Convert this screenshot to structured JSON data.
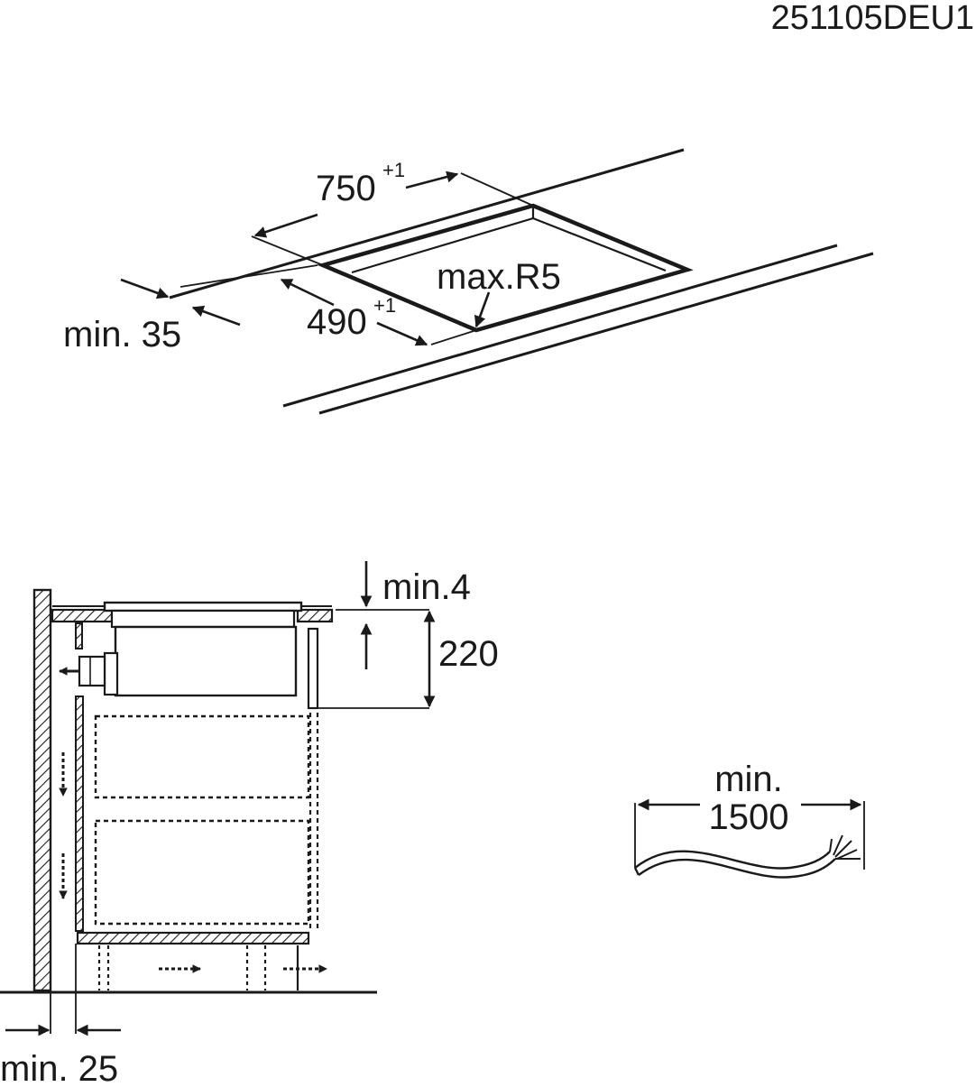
{
  "doc_code": "251105DEU1",
  "top": {
    "width_value": "750",
    "width_tol": "+1",
    "depth_value": "490",
    "depth_tol": "+1",
    "radius_label": "max.R5",
    "edge_dist_label": "min. 35"
  },
  "section": {
    "gap_label": "min.4",
    "height_label": "220",
    "wall_dist_label": "min. 25"
  },
  "cable": {
    "line1": "min.",
    "line2": "1500"
  },
  "colors": {
    "ink": "#1a1a1a",
    "background": "#ffffff"
  }
}
